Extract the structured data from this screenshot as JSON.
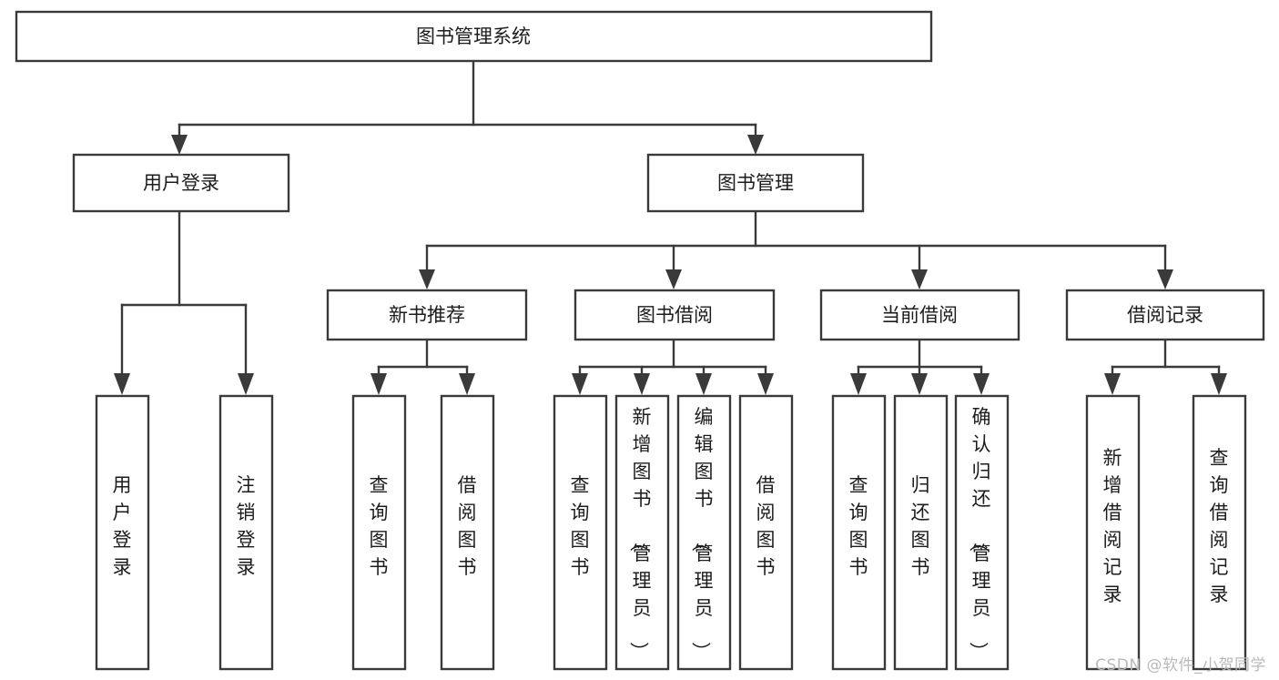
{
  "diagram": {
    "title": "图书管理系统",
    "watermark": "CSDN @软件_小贺同学",
    "accent_color": "#3a3a3a",
    "text_color": "#1c1c1c",
    "background_color": "#ffffff",
    "root": {
      "label": "图书管理系统"
    },
    "level2": [
      {
        "label": "用户登录"
      },
      {
        "label": "图书管理"
      }
    ],
    "level3": [
      {
        "label": "新书推荐"
      },
      {
        "label": "图书借阅"
      },
      {
        "label": "当前借阅"
      },
      {
        "label": "借阅记录"
      }
    ],
    "leaves": {
      "user_login": [
        {
          "label": "用户登录"
        },
        {
          "label": "注销登录"
        }
      ],
      "new_book": [
        {
          "label": "查询图书"
        },
        {
          "label": "借阅图书"
        }
      ],
      "book_borrow": [
        {
          "label": "查询图书"
        },
        {
          "label": "新增图书（管理员）"
        },
        {
          "label": "编辑图书（管理员）"
        },
        {
          "label": "借阅图书"
        }
      ],
      "current_borrow": [
        {
          "label": "查询图书"
        },
        {
          "label": "归还图书"
        },
        {
          "label": "确认归还（管理员）"
        }
      ],
      "borrow_record": [
        {
          "label": "新增借阅记录"
        },
        {
          "label": "查询借阅记录"
        }
      ]
    }
  }
}
